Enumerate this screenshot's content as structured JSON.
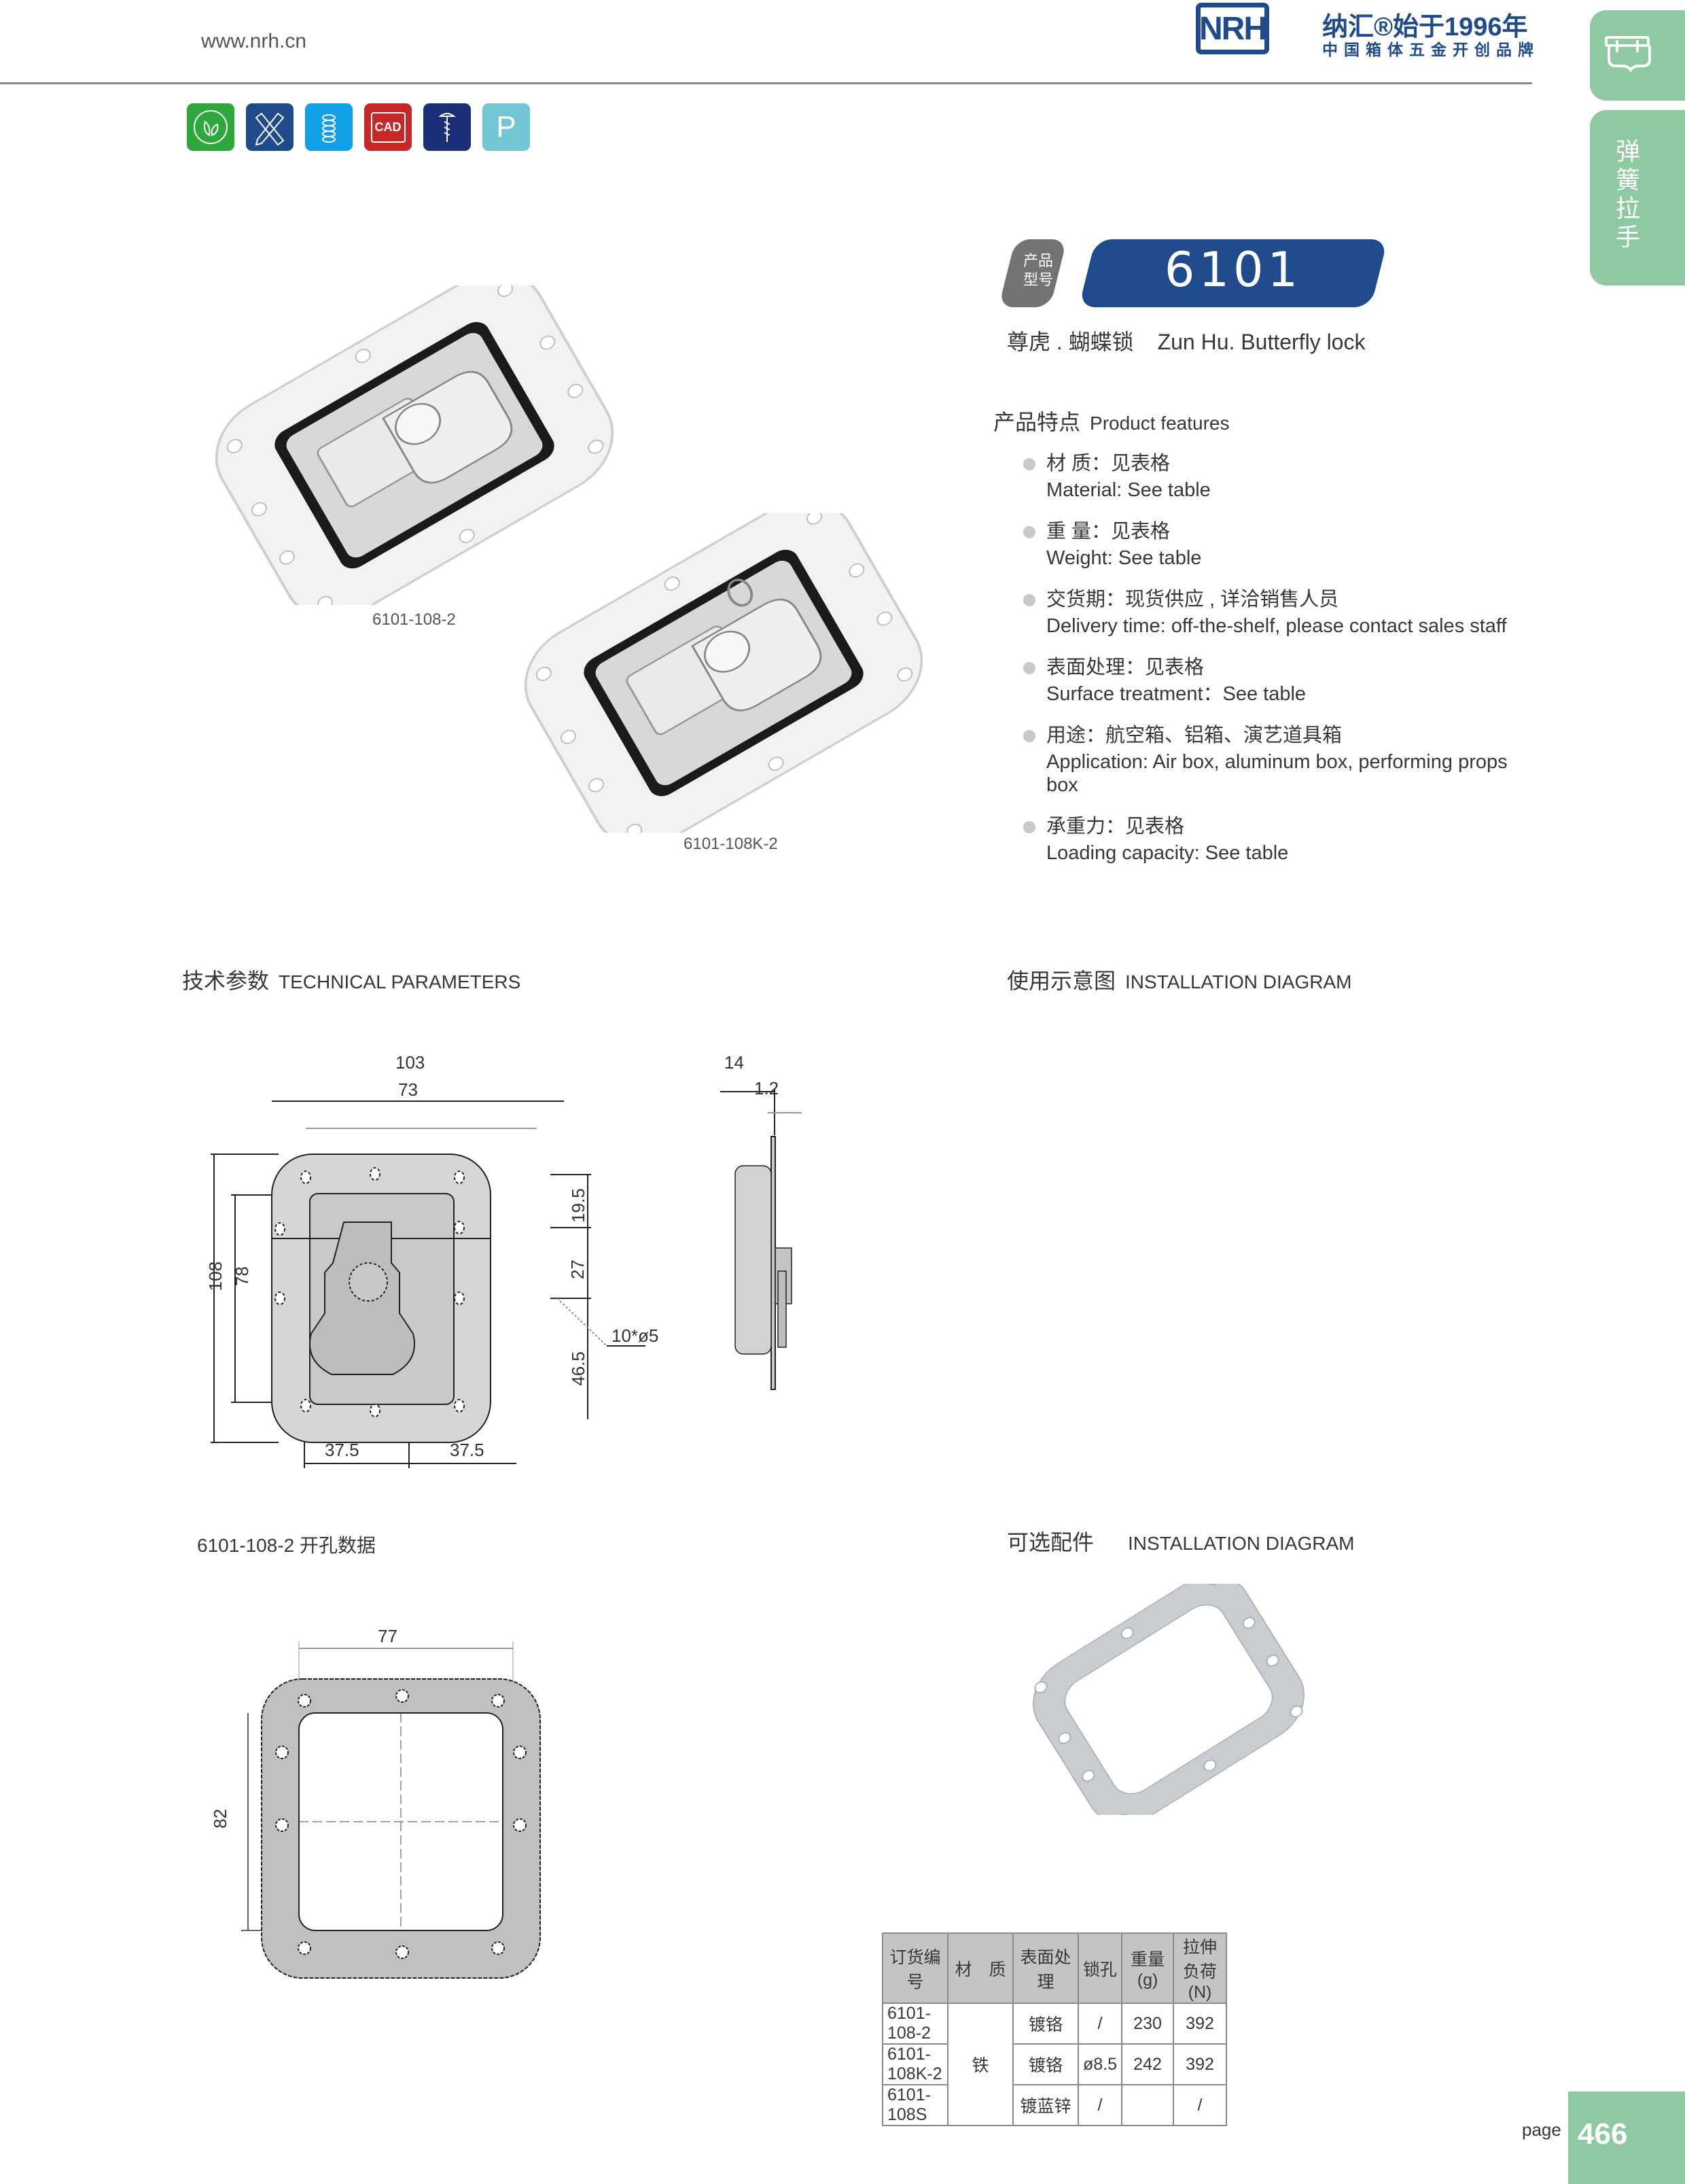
{
  "header": {
    "url": "www.nrh.cn",
    "brand_logo": "NRH",
    "brand_cn": "纳汇®始于1996年",
    "brand_tagline": "中国箱体五金开创品牌"
  },
  "side_tabs": {
    "icon": "latch-icon",
    "category": "弹簧拉手",
    "category_chars": [
      "弹",
      "簧",
      "拉",
      "手"
    ]
  },
  "feature_icons": [
    {
      "name": "eco-leaf-icon",
      "label": "",
      "color": "#2ea83c"
    },
    {
      "name": "design-tools-icon",
      "label": "",
      "color": "#1f4a8c"
    },
    {
      "name": "spring-icon",
      "label": "",
      "color": "#10a0e8"
    },
    {
      "name": "cad-icon",
      "label": "CAD",
      "color": "#c62828"
    },
    {
      "name": "screw-icon",
      "label": "",
      "color": "#1a2f78"
    },
    {
      "name": "p-icon",
      "label": "P",
      "color": "#73c7d4"
    }
  ],
  "product": {
    "model_label": [
      "产品",
      "型号"
    ],
    "model_number": "6101",
    "name_cn": "尊虎 . 蝴蝶锁",
    "name_en": "Zun Hu. Butterfly lock",
    "photos": [
      {
        "caption": "6101-108-2"
      },
      {
        "caption": "6101-108K-2"
      }
    ]
  },
  "features": {
    "title_cn": "产品特点",
    "title_en": "Product features",
    "items": [
      {
        "cn": "材 质：见表格",
        "en": "Material: See table"
      },
      {
        "cn": "重 量：见表格",
        "en": " Weight: See table"
      },
      {
        "cn": "交货期：现货供应 , 详洽销售人员",
        "en": "Delivery time: off-the-shelf, please contact sales staff"
      },
      {
        "cn": "表面处理：见表格",
        "en": "Surface treatment：See table"
      },
      {
        "cn": "用途：航空箱、铝箱、演艺道具箱",
        "en": "Application: Air box, aluminum box, performing props box"
      },
      {
        "cn": "承重力：见表格",
        "en": "Loading capacity: See table"
      }
    ]
  },
  "technical": {
    "title_cn": "技术参数",
    "title_en": "TECHNICAL PARAMETERS",
    "dims": {
      "overall_width": "103",
      "inner_width": "73",
      "overall_height": "108",
      "inner_height": "78",
      "hole_spacing_1": "19.5",
      "hole_spacing_2": "27",
      "hole_spacing_3": "46.5",
      "holes": "10*ø5",
      "bottom_left": "37.5",
      "bottom_right": "37.5",
      "depth": "14",
      "thickness": "1.2"
    },
    "cutout_title": "6101-108-2 开孔数据",
    "cutout_width": "77",
    "cutout_height": "82"
  },
  "installation": {
    "title_cn": "使用示意图",
    "title_en": "INSTALLATION DIAGRAM"
  },
  "optional_parts": {
    "title_cn": "可选配件",
    "title_en": "INSTALLATION DIAGRAM"
  },
  "spec_table": {
    "headers": [
      "订货编号",
      "材　质",
      "表面处理",
      "锁孔",
      "重量(g)",
      "拉伸负荷(N)"
    ],
    "material_merged": "铁",
    "rows": [
      {
        "code": "6101-108-2",
        "surface": "镀铬",
        "lock_hole": "/",
        "weight": "230",
        "load": "392"
      },
      {
        "code": "6101-108K-2",
        "surface": "镀铬",
        "lock_hole": "ø8.5",
        "weight": "242",
        "load": "392"
      },
      {
        "code": "6101-108S",
        "surface": "镀蓝锌",
        "lock_hole": "/",
        "weight": "",
        "load": "/"
      }
    ]
  },
  "footer": {
    "page_label": "page",
    "page_number": "466"
  }
}
